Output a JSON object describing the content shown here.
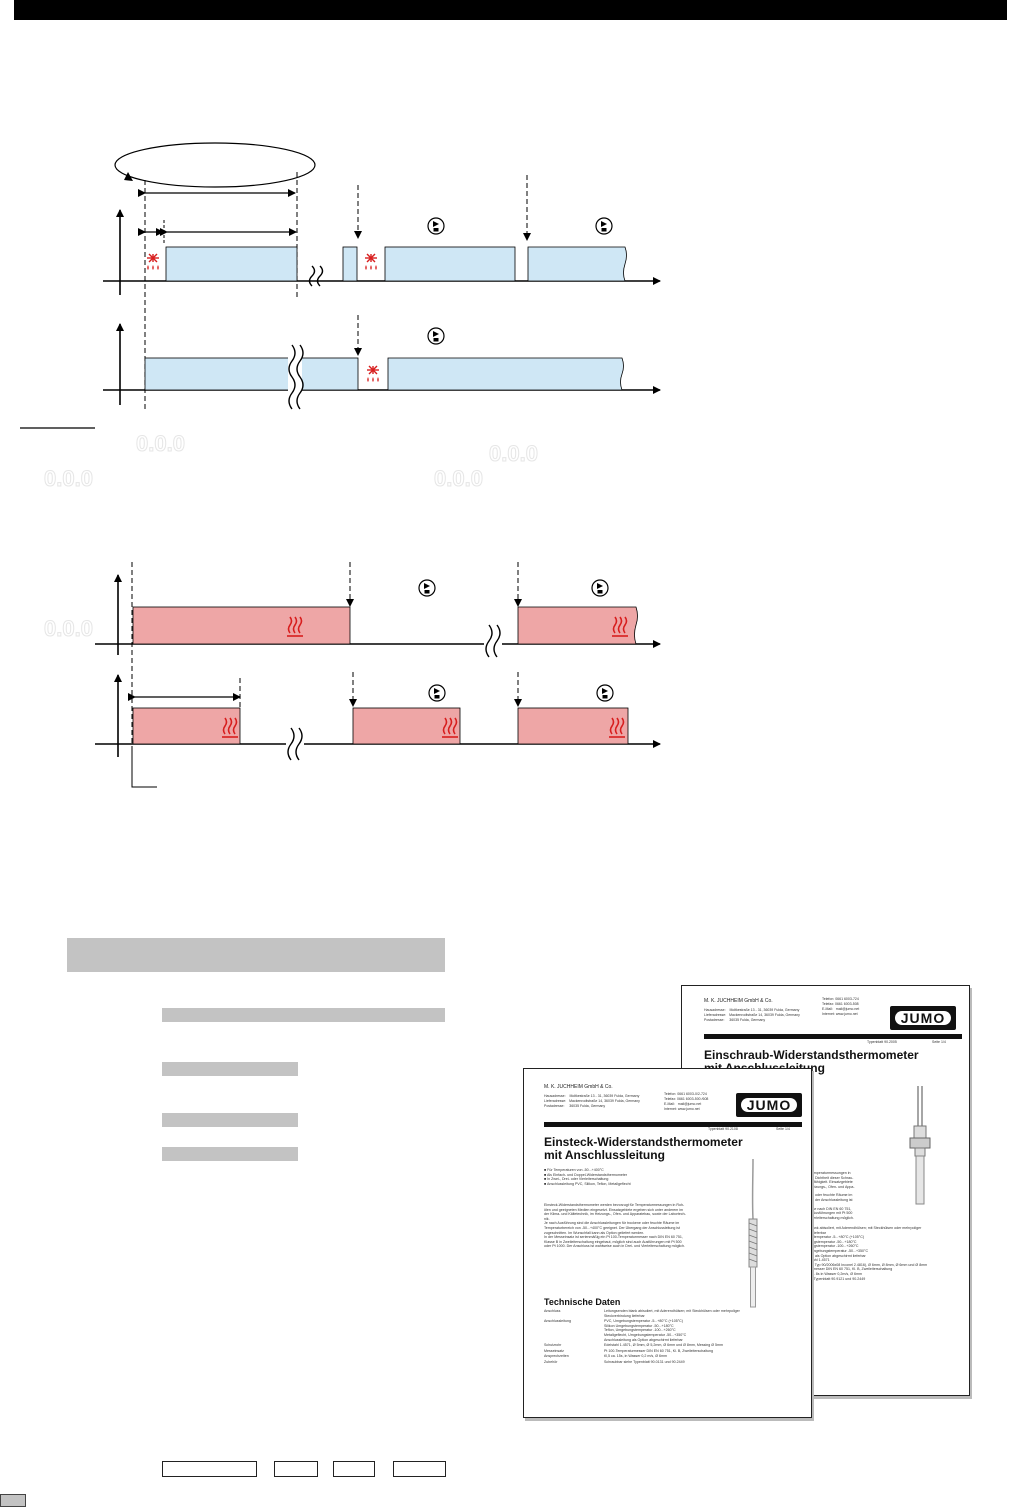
{
  "colors": {
    "cool_block": "#cfe7f5",
    "heat_block": "#eea6a6",
    "defrost_icon": "#d81e1e",
    "heat_icon": "#d81e1e",
    "gray_box": "#c3c3c3"
  },
  "icons": {
    "defrost": "defrost-icon",
    "heat": "heat-icon",
    "play_stop": "play-stop-icon",
    "display": "seven-segment-display"
  },
  "display_text": "0.0.0",
  "sheet_front": {
    "company": "M. K. JUCHHEIM GmbH & Co.",
    "logo": "JUMO",
    "address": "Hausadresse:    Moltkestraße 13 - 31, 36039 Fulda, Germany\nLieferadresse:   Mackenrodtstraße 14, 36039 Fulda, Germany\nPostadresse:     36035 Fulda, Germany",
    "contact": "Telefon: 0661 6003-0/2-724\nTelefax: 0661 6003-500 /608\nE-Mail:   mail@jumo.net\nInternet: www.jumo.net",
    "doc_id": "Typenblatt 90.2108",
    "page": "Seite 1/4",
    "title_line1": "Einsteck-Widerstandsthermometer",
    "title_line2": "mit Anschlussleitung",
    "bullets": [
      "■ Für Temperaturen von -50...+400°C",
      "■ Als Einfach- und Doppel-Widerstandsthermometer",
      "■ In Zwei-, Drei- oder Vierleiterschaltung",
      "■ Anschlussleitung PVC, Silikon, Teflon, Metallgeflecht"
    ],
    "body_text": [
      "Einsteck-Widerstandsthermometer werden bevorzugt für Temperaturmessungen in Roh-",
      "ölen und geeigneten Medien eingesetzt. Einsatzgebiete ergeben sich unter anderem im",
      "der Klima- und Kältetechnik, im Heizungs-, Ofen- und Apparatebau, sowie der Labortech-",
      "nik.",
      "Je nach Ausführung sind die Anschlussleitungen für trockene oder feuchte Räume im",
      "Temperaturbereich von -50...+400°C geeignet. Der Übergang der Anschlussleitung ist",
      "zugeschnitten. Im Wunschfall kann als Option geliefert werden.",
      "In der Messeinsatz ist serienmäßig ein Pt 100-Temperaturmesser nach DIN EN 60 751,",
      "Klasse B in Zweileiterschaltung eingebaut, möglich sind auch Ausführungen mit Pt 500",
      "oder Pt 1000. Der Anschluss ist wahlweise auch in Drei- und Vierleiterschaltung möglich."
    ],
    "section_title": "Technische Daten",
    "tech": [
      [
        "Anschluss",
        "Leitungsenden blank abisoliert, mit Aderendhülsen; mit Steckhülsen oder mehrpoliger Steckverbindung lieferbar"
      ],
      [
        "Anschlussleitung",
        "PVC, Umgebungstemperatur -5...+80°C (+105°C)\nSilikon Umgebungstemperatur -50...+180°C\nTeflon, Umgebungstemperatur -100...+260°C\nMetallgeflecht, Umgebungstemperatur -50...+350°C\nAnschlussleitung als Option abgeschirmt lieferbar"
      ],
      [
        "Schutzrohr",
        "Edelstahl 1.4571, Ø 5mm, Ø 5,2mm, Ø 6mm und Ø 8mm, Messing Ø 5mm"
      ],
      [
        "Messeinsatz",
        "Pt 100-Temperaturmesser DIN EN 60 751, Kl. B, Zweileiterschaltung"
      ],
      [
        "Ansprechzeiten",
        "t0,5 ca. 15s, in Wasser 0,2 m/s, Ø 6mm"
      ],
      [
        "Zubehör",
        "Schraubbar siehe Typenblatt 90.0131 und 90.2449"
      ]
    ]
  },
  "sheet_back": {
    "company": "M. K. JUCHHEIM GmbH & Co.",
    "logo": "JUMO",
    "address": "Hausadresse:    Moltkestraße 13 - 31, 36039 Fulda, Germany\nLieferadresse:   Mackenrodtstraße 14, 36039 Fulda, Germany\nPostadresse:     36035 Fulda, Germany",
    "contact": "Telefon: 0661 6003-724\nTelefax: 0661 6003-508\nE-Mail:   mail@jumo.net\nInternet: www.jumo.net",
    "doc_id": "Typenblatt 90.2005",
    "page": "Seite 1/4",
    "title_line1": "Einschraub-Widerstandsthermometer",
    "title_line2": "mit Anschlussleitung",
    "body_text": [
      "Temperaturmessungen in",
      "ge Dichtheit dieser Schrau-",
      "eitfähigkeit. Einsatzgebiete",
      "Heizungs-, Ofen- und Appa-",
      "",
      "ihr oder feuchte Räume im",
      "ng der Anschlussleitung ist",
      "",
      "isse nach DIN EN 60 751,",
      "e Ausführungen mit Pt 500",
      "Vierleiterschaltung möglich."
    ],
    "tech_text": [
      "blank abisoliert, mit Aderendhülsen; mit Steckhülsen oder mehrpoliger",
      "g lieferbar",
      "gstemperatur -5...+80°C (+105°C)",
      "ungstemperatur -50...+180°C",
      "ungstemperatur -100...+260°C",
      "Umgebungstemperatur -50...+350°C",
      "ng als Option abgeschirmt lieferbar",
      "stahl 1.4571",
      "ch Typ 90/2006x08 Inconel 2.4816), Ø 6mm, Ø 8mm, Ø 6mm und Ø 8mm",
      "tamesser DIN EN 60 751, Kl. B, Zweileiterschaltung",
      "ca. 8s in Wasser 0,2m/s, Ø 6mm",
      "ie Typenblatt 90.9121 und 90.2449"
    ]
  }
}
